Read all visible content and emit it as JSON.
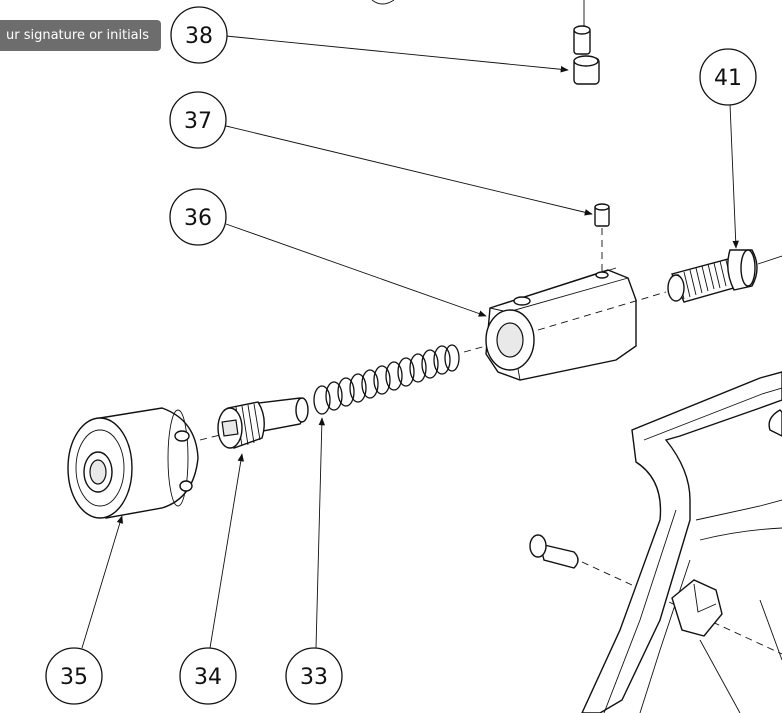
{
  "tooltip": {
    "text": "ur signature or initials"
  },
  "callouts": [
    {
      "id": "38",
      "label": "38"
    },
    {
      "id": "37",
      "label": "37"
    },
    {
      "id": "36",
      "label": "36"
    },
    {
      "id": "41",
      "label": "41"
    },
    {
      "id": "35",
      "label": "35"
    },
    {
      "id": "34",
      "label": "34"
    },
    {
      "id": "33",
      "label": "33"
    }
  ]
}
